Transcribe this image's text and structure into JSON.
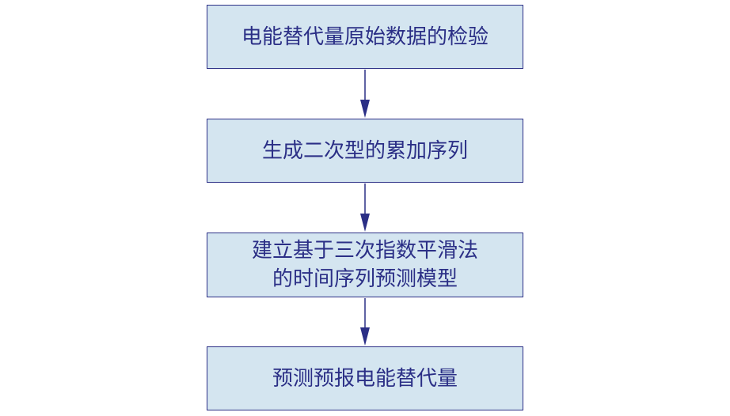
{
  "flowchart": {
    "steps": [
      {
        "lines": [
          "电能替代量原始数据的检验"
        ]
      },
      {
        "lines": [
          "生成二次型的累加序列"
        ]
      },
      {
        "lines": [
          "建立基于三次指数平滑法",
          "的时间序列预测模型"
        ]
      },
      {
        "lines": [
          "预测预报电能替代量"
        ]
      }
    ],
    "arrow_count": 3
  },
  "colors": {
    "box_fill": "#d4e5f0",
    "border": "#2b2f86",
    "text": "#2b2f86",
    "arrow": "#2b2f86"
  }
}
